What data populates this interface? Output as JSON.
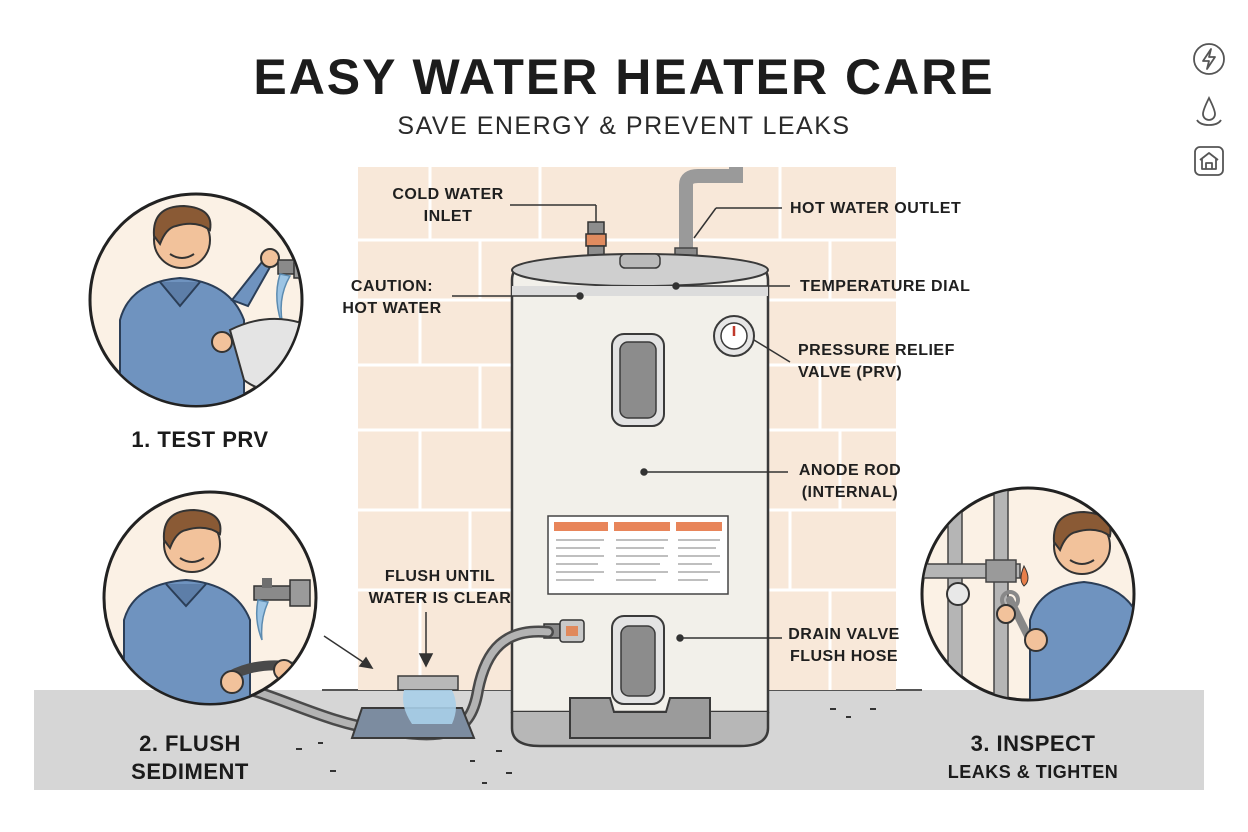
{
  "header": {
    "title": "EASY WATER HEATER CARE",
    "subtitle": "SAVE ENERGY & PREVENT LEAKS"
  },
  "callouts": {
    "cold_inlet_1": "COLD WATER",
    "cold_inlet_2": "INLET",
    "hot_outlet": "HOT WATER OUTLET",
    "caution_1": "CAUTION:",
    "caution_2": "HOT WATER",
    "temp_dial": "TEMPERATURE DIAL",
    "prv_1": "PRESSURE RELIEF",
    "prv_2": "VALVE (PRV)",
    "anode_1": "ANODE ROD",
    "anode_2": "(INTERNAL)",
    "flush_1": "FLUSH UNTIL",
    "flush_2": "WATER IS CLEAR",
    "drain_1": "DRAIN VALVE",
    "drain_2": "FLUSH HOSE"
  },
  "steps": [
    {
      "line1": "1. TEST PRV",
      "line2": ""
    },
    {
      "line1": "2. FLUSH",
      "line2": "SEDIMENT"
    },
    {
      "line1": "3. INSPECT",
      "line2": "LEAKS & TIGHTEN"
    }
  ],
  "side_icons": [
    "lightning-icon",
    "water-drop-icon",
    "home-icon"
  ],
  "colors": {
    "wall": "#f7e6d6",
    "floor": "#d5d5d5",
    "tank": "#f1efe9",
    "shirt": "#6f93bf",
    "water": "#9cc4e4",
    "accent_orange": "#e77f4a"
  }
}
